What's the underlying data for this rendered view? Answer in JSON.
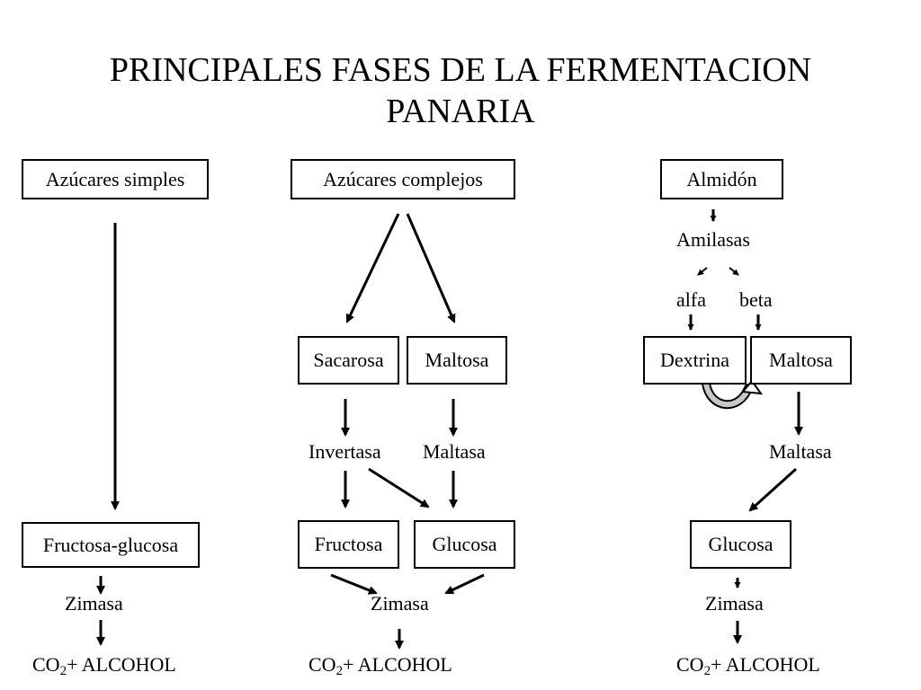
{
  "title": {
    "line1": "PRINCIPALES FASES DE LA FERMENTACION",
    "line2": "PANARIA"
  },
  "columns": {
    "simples": {
      "header": "Azúcares simples",
      "product": "Fructosa-glucosa",
      "zimasa": "Zimasa",
      "output_co": "CO",
      "output_sub": "2",
      "output_alcohol": "+ ALCOHOL"
    },
    "complejos": {
      "header": "Azúcares complejos",
      "sacarosa": "Sacarosa",
      "maltosa": "Maltosa",
      "invertasa": "Invertasa",
      "maltasa": "Maltasa",
      "fructosa": "Fructosa",
      "glucosa": "Glucosa",
      "zimasa": "Zimasa",
      "output_co": "CO",
      "output_sub": "2",
      "output_alcohol": "+ ALCOHOL"
    },
    "almidon": {
      "header": "Almidón",
      "amilasas": "Amilasas",
      "alfa": "alfa",
      "beta": "beta",
      "dextrina": "Dextrina",
      "maltosa": "Maltosa",
      "maltasa": "Maltasa",
      "glucosa": "Glucosa",
      "zimasa": "Zimasa",
      "output_co": "CO",
      "output_sub": "2",
      "output_alcohol": "+ ALCOHOL"
    }
  }
}
